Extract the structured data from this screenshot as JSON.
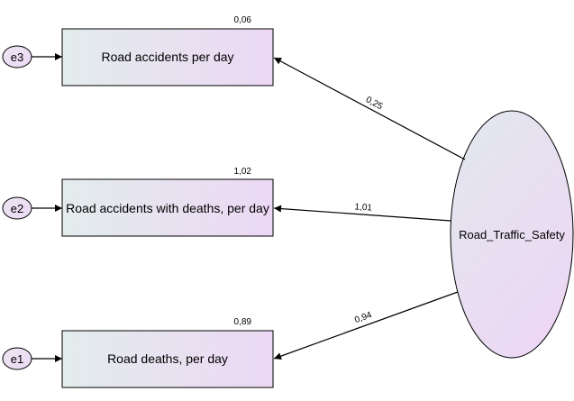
{
  "colors": {
    "stroke": "#000000",
    "box_gradient_start": "#e3ecec",
    "box_gradient_end": "#ecd8f4",
    "ellipse_gradient_start": "#e2e8ee",
    "ellipse_gradient_end": "#ecd8f4"
  },
  "latent": {
    "label": "Road_Traffic_Safety"
  },
  "observed": [
    {
      "label": "Road accidents per day",
      "variance": "0,06",
      "error": "e3",
      "loading": "0,25"
    },
    {
      "label": "Road accidents with deaths, per day",
      "variance": "1,02",
      "error": "e2",
      "loading": "1,01"
    },
    {
      "label": "Road deaths, per day",
      "variance": "0,89",
      "error": "e1",
      "loading": "0,94"
    }
  ]
}
